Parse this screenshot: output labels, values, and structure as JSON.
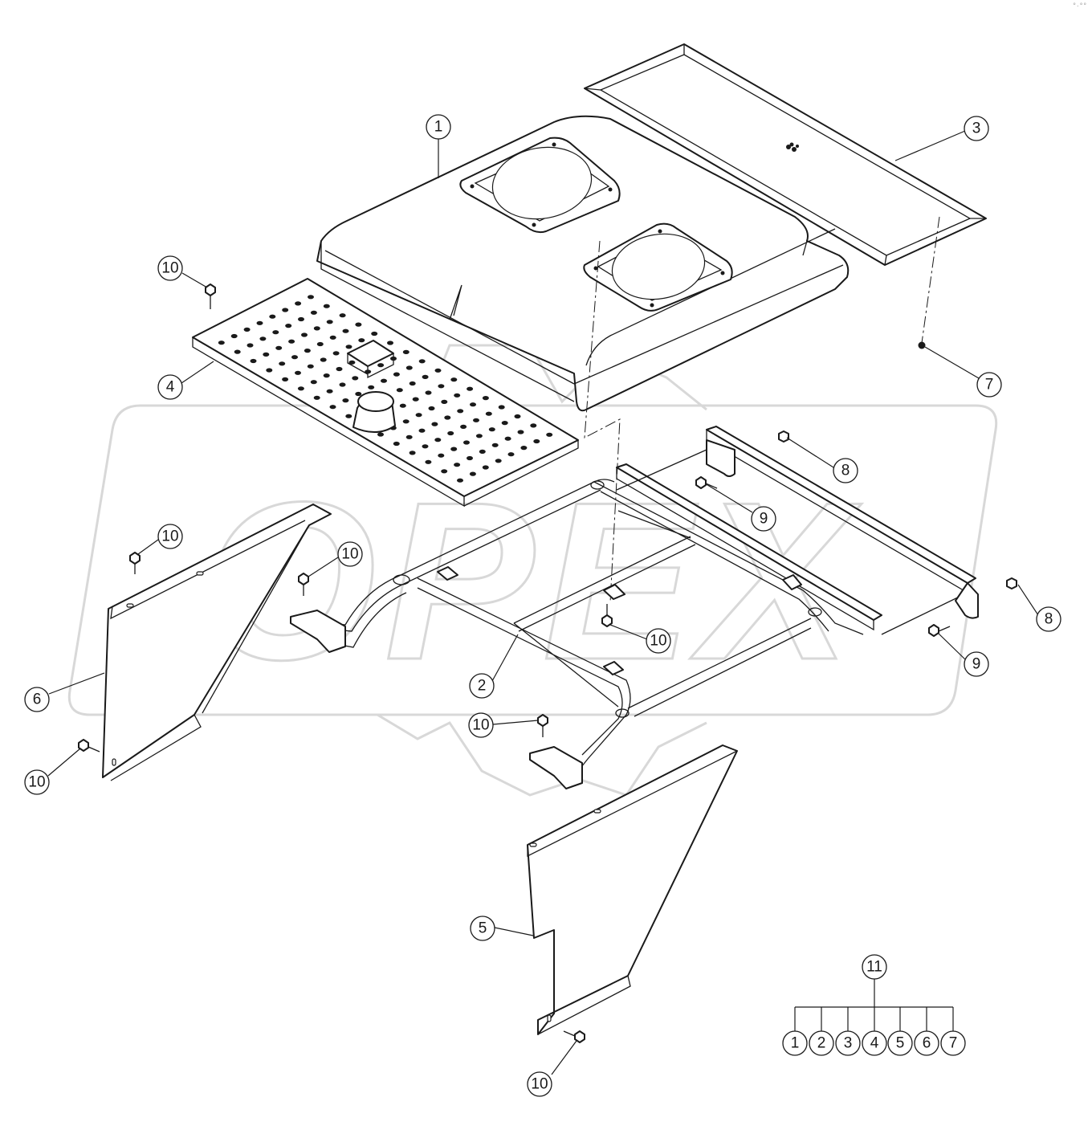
{
  "watermark": {
    "text": "OPEX"
  },
  "callouts": {
    "c1": "1",
    "c2": "2",
    "c3": "3",
    "c4": "4",
    "c5": "5",
    "c6": "6",
    "c7": "7",
    "c8": "8",
    "c9": "9",
    "c10": "10",
    "c11": "11"
  },
  "assembly_group": {
    "label": "11",
    "members": [
      "1",
      "2",
      "3",
      "4",
      "5",
      "6",
      "7"
    ]
  }
}
